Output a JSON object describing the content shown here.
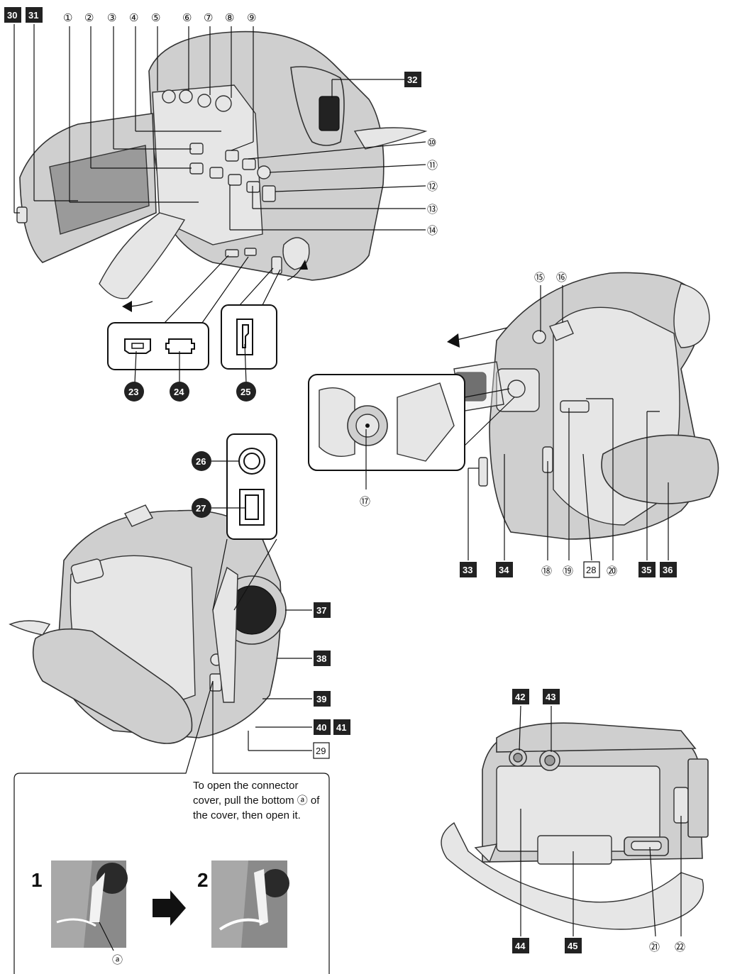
{
  "callouts": {
    "c1": "①",
    "c2": "②",
    "c3": "③",
    "c4": "④",
    "c5": "⑤",
    "c6": "⑥",
    "c7": "⑦",
    "c8": "⑧",
    "c9": "⑨",
    "c10": "⑩",
    "c11": "⑪",
    "c12": "⑫",
    "c13": "⑬",
    "c14": "⑭",
    "c15": "⑮",
    "c16": "⑯",
    "c17": "⑰",
    "c18": "⑱",
    "c19": "⑲",
    "c20": "⑳",
    "c21": "㉑",
    "c22": "㉒",
    "b23": "23",
    "b24": "24",
    "b25": "25",
    "b26": "26",
    "b27": "27",
    "r28": "28",
    "r29": "29",
    "s30": "30",
    "s31": "31",
    "s32": "32",
    "s33": "33",
    "s34": "34",
    "s35": "35",
    "s36": "36",
    "s37": "37",
    "s38": "38",
    "s39": "39",
    "s40": "40",
    "s41": "41",
    "s42": "42",
    "s43": "43",
    "s44": "44",
    "s45": "45"
  },
  "note": {
    "text": "To open the connector cover, pull the bottom ⓐ of the cover, then open it.",
    "step1": "1",
    "step2": "2",
    "marker": "ⓐ"
  }
}
